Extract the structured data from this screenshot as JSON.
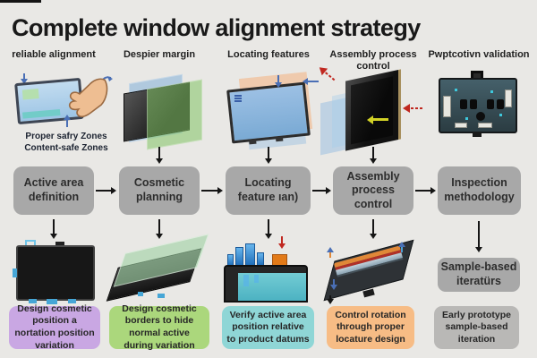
{
  "title": "Complete window alignment strategy",
  "colors": {
    "background": "#e9e8e5",
    "process_box": "#a8a8a8",
    "arrow": "#151515"
  },
  "columns": [
    {
      "header": "reliable alignment",
      "caption": [
        "Proper safry Zones",
        "Content-safe Zones"
      ],
      "process_box": "Active area definition",
      "bottom_box": {
        "text": "Design cosmetic position a nortation position variation",
        "color": "#c9a7e3"
      }
    },
    {
      "header": "Despier margin",
      "process_box": "Cosmetic planning",
      "bottom_box": {
        "text": "Design cosmetic borders to hide normal active during variation",
        "color": "#abd77c"
      }
    },
    {
      "header": "Locating features",
      "process_box": "Locating feature ıan)",
      "bottom_box": {
        "text": "Verify active area position relative to product datums",
        "color": "#8fd6d6"
      }
    },
    {
      "header": "Assembly process control",
      "process_box": "Assembly process control",
      "bottom_box": {
        "text": "Control rotation through proper locature design",
        "color": "#f7bc85"
      }
    },
    {
      "header": "Pwptcotivn validation",
      "process_box": "Inspection methodology",
      "sample_box": "Sample-based iteratürs",
      "bottom_box": {
        "text": "Early prototype sample-based iteration",
        "color": "#b9b8b6"
      }
    }
  ]
}
